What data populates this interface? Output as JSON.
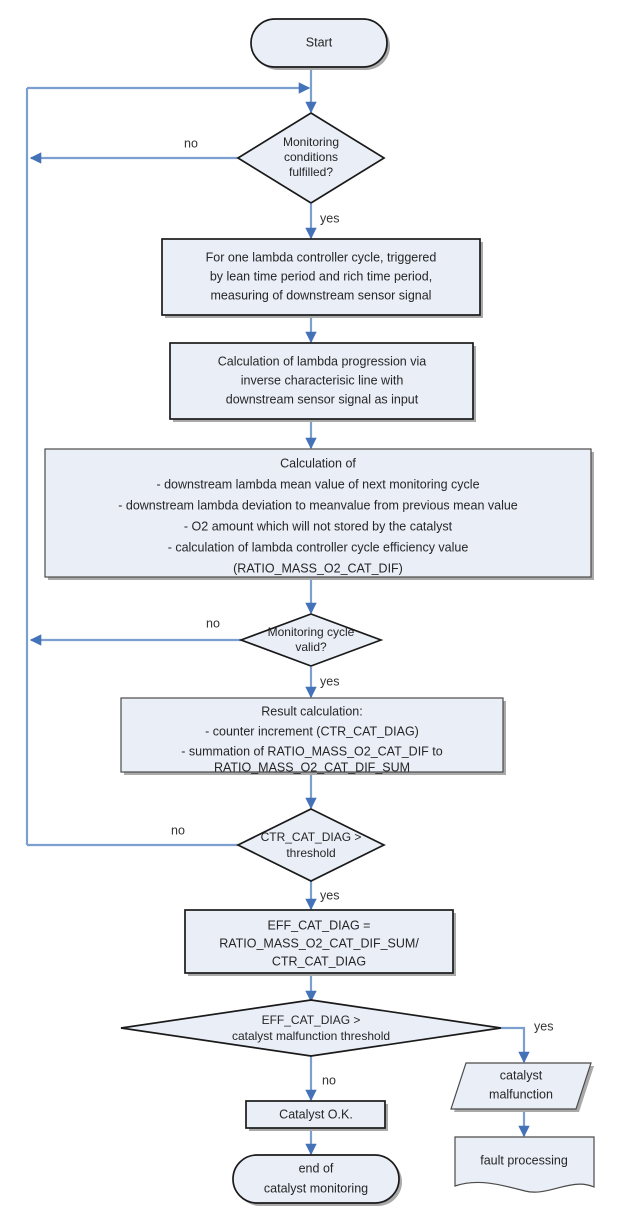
{
  "diagram": {
    "title": "Catalyst Monitoring Flowchart",
    "colors": {
      "node_fill": "#e9eef7",
      "node_border": "#1a1a1a",
      "edge": "#7d9fd0",
      "shadow": "#a9a9a9",
      "text": "#262626",
      "background": "#ffffff"
    },
    "nodes": {
      "start": {
        "shape": "terminator",
        "lines": [
          "Start"
        ]
      },
      "monitoring_conditions": {
        "shape": "decision",
        "lines": [
          "Monitoring",
          "conditions",
          "fulfilled?"
        ]
      },
      "measure_sensor": {
        "shape": "process",
        "lines": [
          "For one lambda controller cycle, triggered",
          "by lean time period and rich time period,",
          "measuring of downstream sensor signal"
        ]
      },
      "lambda_progression": {
        "shape": "process",
        "lines": [
          "Calculation of lambda progression via",
          "inverse characterisic line with",
          "downstream sensor signal as input"
        ]
      },
      "calculation_block": {
        "shape": "process",
        "lines": [
          "Calculation of",
          "- downstream lambda mean value of next monitoring cycle",
          "- downstream lambda deviation to meanvalue from previous mean value",
          "- O2 amount which will not stored by the catalyst",
          "- calculation of lambda controller cycle efficiency value",
          "(RATIO_MASS_O2_CAT_DIF)"
        ]
      },
      "cycle_valid": {
        "shape": "decision",
        "lines": [
          "Monitoring cycle",
          "valid?"
        ]
      },
      "result_calculation": {
        "shape": "process",
        "lines": [
          "Result calculation:",
          "- counter increment (CTR_CAT_DIAG)",
          "- summation of RATIO_MASS_O2_CAT_DIF to",
          "RATIO_MASS_O2_CAT_DIF_SUM"
        ]
      },
      "ctr_threshold": {
        "shape": "decision",
        "lines": [
          "CTR_CAT_DIAG >",
          "threshold"
        ]
      },
      "eff_cat_diag": {
        "shape": "process",
        "lines": [
          "EFF_CAT_DIAG =",
          "RATIO_MASS_O2_CAT_DIF_SUM/",
          "CTR_CAT_DIAG"
        ]
      },
      "malfunction_threshold": {
        "shape": "decision",
        "lines": [
          "EFF_CAT_DIAG >",
          "catalyst malfunction threshold"
        ]
      },
      "catalyst_ok": {
        "shape": "process",
        "lines": [
          "Catalyst O.K."
        ]
      },
      "end_monitoring": {
        "shape": "terminator",
        "lines": [
          "end of",
          "catalyst monitoring"
        ]
      },
      "catalyst_malfunction": {
        "shape": "parallelogram",
        "lines": [
          "catalyst",
          "malfunction"
        ]
      },
      "fault_processing": {
        "shape": "document",
        "lines": [
          "fault processing"
        ]
      }
    },
    "edge_labels": {
      "cond_no": "no",
      "cond_yes": "yes",
      "valid_no": "no",
      "valid_yes": "yes",
      "ctr_no": "no",
      "ctr_yes": "yes",
      "malf_yes": "yes",
      "malf_no": "no"
    }
  }
}
